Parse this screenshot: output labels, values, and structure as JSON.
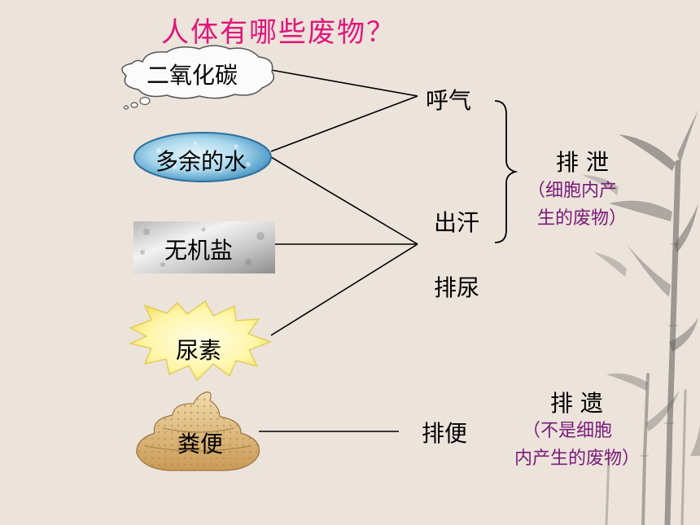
{
  "title": "人体有哪些废物？",
  "sources": {
    "co2": "二氧化碳",
    "water": "多余的水",
    "salt": "无机盐",
    "urea": "尿素",
    "feces": "粪便"
  },
  "routes": {
    "breathe": "呼气",
    "sweat": "出汗",
    "urinate": "排尿",
    "defecate": "排便"
  },
  "categories": {
    "excretion": "排 泄",
    "excretion_note_1": "（细胞内产",
    "excretion_note_2": "生的废物）",
    "egestion": "排 遗",
    "egestion_note_1": "（不是细胞",
    "egestion_note_2": "内产生的废物）"
  }
}
